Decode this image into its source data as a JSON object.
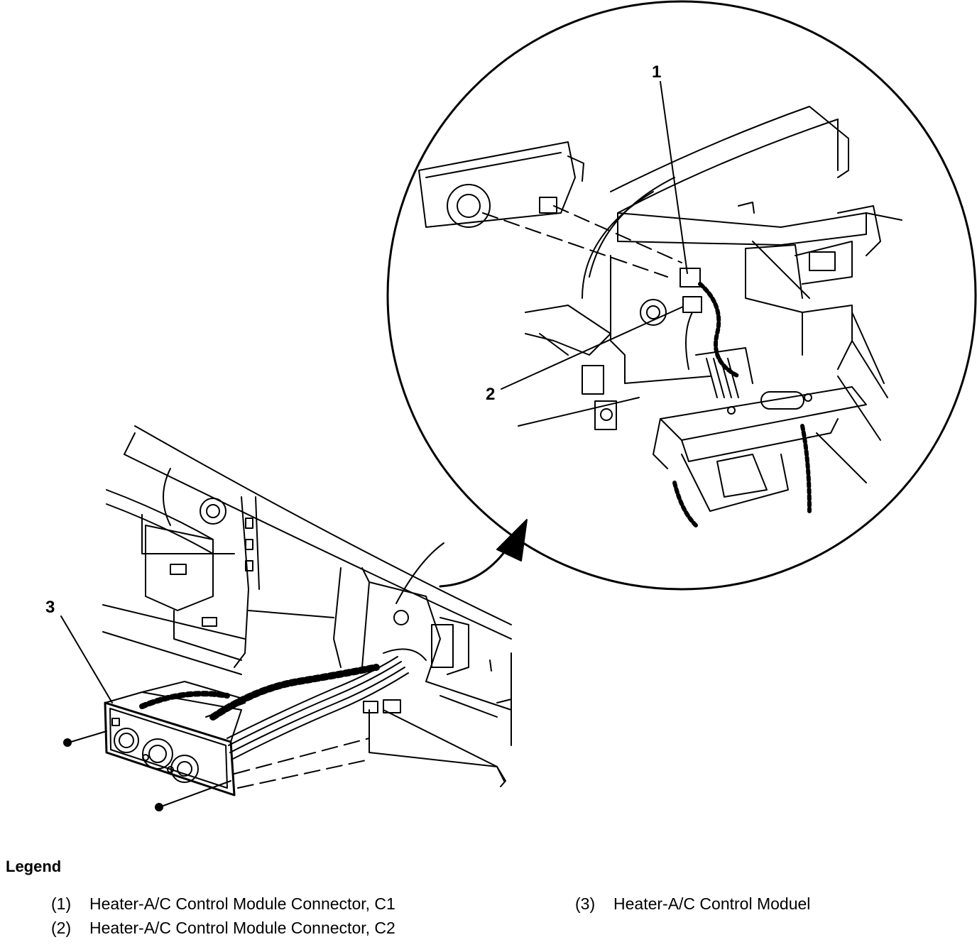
{
  "callouts": {
    "c1": "1",
    "c2": "2",
    "c3": "3"
  },
  "legend": {
    "title": "Legend",
    "items": [
      {
        "num": "(1)",
        "text": "Heater-A/C Control Module Connector, C1"
      },
      {
        "num": "(2)",
        "text": "Heater-A/C Control Module Connector, C2"
      },
      {
        "num": "(3)",
        "text": "Heater-A/C Control Moduel"
      }
    ]
  }
}
